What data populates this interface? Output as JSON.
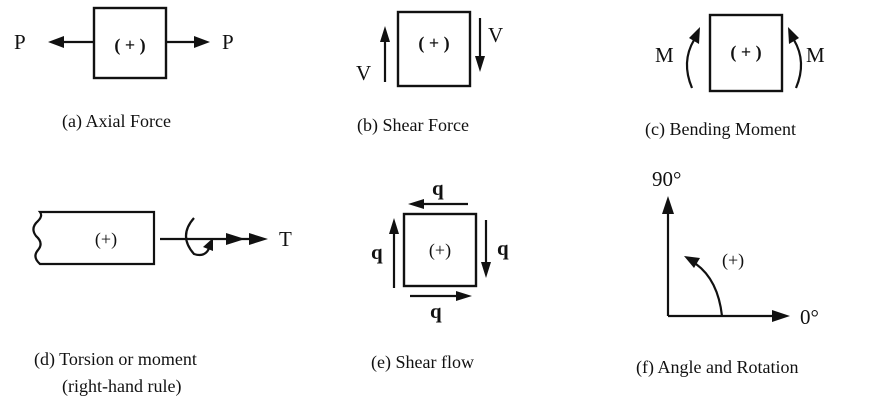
{
  "panels": {
    "a": {
      "caption": "(a)  Axial Force",
      "left_symbol": "P",
      "right_symbol": "P",
      "sign": "( + )"
    },
    "b": {
      "caption": "(b)  Shear Force",
      "left_symbol": "V",
      "right_symbol": "V",
      "sign": "( + )"
    },
    "c": {
      "caption": "(c)  Bending Moment",
      "left_symbol": "M",
      "right_symbol": "M",
      "sign": "( + )"
    },
    "d": {
      "caption_line1": "(d)  Torsion or moment",
      "caption_line2": "(right-hand rule)",
      "symbol": "T",
      "sign": "(+)"
    },
    "e": {
      "caption": "(e)  Shear flow",
      "top_symbol": "q",
      "bottom_symbol": "q",
      "left_symbol": "q",
      "right_symbol": "q",
      "sign": "(+)"
    },
    "f": {
      "caption": "(f)  Angle and Rotation",
      "vertical_label": "90°",
      "horizontal_label": "0°",
      "sign": "(+)"
    }
  }
}
